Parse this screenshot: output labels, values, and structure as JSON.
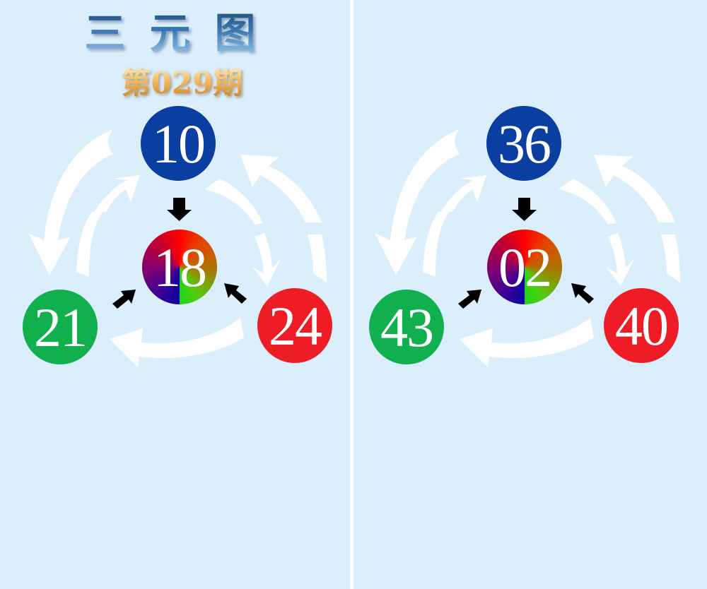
{
  "header": {
    "title": "三元图",
    "issue": "第029期"
  },
  "panels": [
    {
      "top": {
        "number": "10",
        "color": "#0a3fa1"
      },
      "center": {
        "number": "18",
        "style": "multicolor"
      },
      "left": {
        "number": "21",
        "color": "#0fb04d"
      },
      "right": {
        "number": "24",
        "color": "#ee1c25"
      }
    },
    {
      "top": {
        "number": "36",
        "color": "#0a3fa1"
      },
      "center": {
        "number": "02",
        "style": "multicolor"
      },
      "left": {
        "number": "43",
        "color": "#0fb04d"
      },
      "right": {
        "number": "40",
        "color": "#ee1c25"
      }
    }
  ],
  "colors": {
    "background": "#daeefc",
    "divider": "#ffffff",
    "cycle_arrows": "#ffffff",
    "pointer_arrows": "#000000"
  }
}
